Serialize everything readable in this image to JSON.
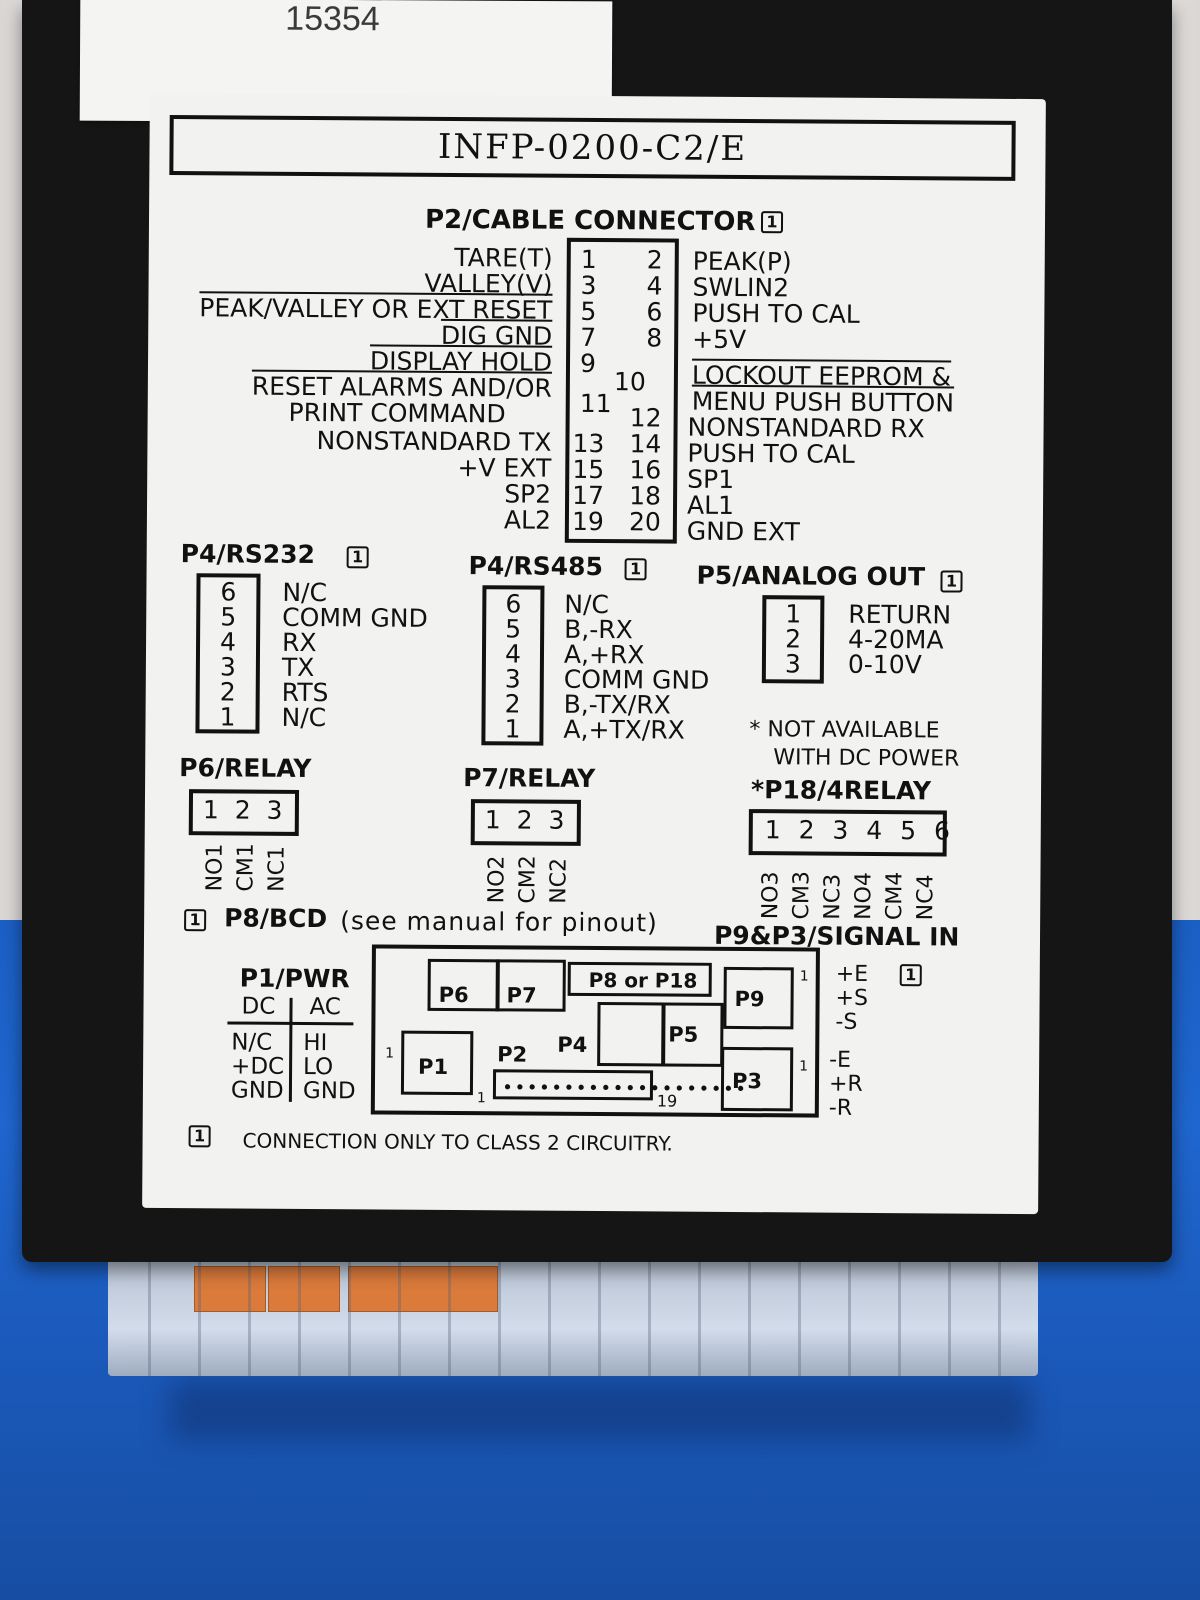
{
  "sticker": {
    "text": "15354"
  },
  "label": {
    "model": "INFP-0200-C2/E",
    "note_symbol": "1",
    "p2": {
      "title": "P2/CABLE CONNECTOR",
      "left": [
        {
          "label": "TARE(T)",
          "pin": "1"
        },
        {
          "label": "VALLEY(V)",
          "pin": "3"
        },
        {
          "label": "PEAK/VALLEY OR EXT RESET",
          "pin": "5"
        },
        {
          "label": "DIG GND",
          "pin": "7"
        },
        {
          "label": "DISPLAY HOLD",
          "pin": "9"
        },
        {
          "label": "RESET ALARMS AND/OR",
          "pin": ""
        },
        {
          "label": "PRINT COMMAND",
          "pin": "11"
        },
        {
          "label": "NONSTANDARD TX",
          "pin": "13"
        },
        {
          "label": "+V EXT",
          "pin": "15"
        },
        {
          "label": "SP2",
          "pin": "17"
        },
        {
          "label": "AL2",
          "pin": "19"
        }
      ],
      "right": [
        {
          "pin": "2",
          "label": "PEAK(P)"
        },
        {
          "pin": "4",
          "label": "SWLIN2"
        },
        {
          "pin": "6",
          "label": "PUSH TO CAL"
        },
        {
          "pin": "8",
          "label": "+5V"
        },
        {
          "pin": "10",
          "label": "LOCKOUT EEPROM &"
        },
        {
          "pin": "",
          "label": "MENU PUSH BUTTON"
        },
        {
          "pin": "12",
          "label": "NONSTANDARD RX"
        },
        {
          "pin": "14",
          "label": "PUSH TO CAL"
        },
        {
          "pin": "16",
          "label": "SP1"
        },
        {
          "pin": "18",
          "label": "AL1"
        },
        {
          "pin": "20",
          "label": "GND EXT"
        }
      ]
    },
    "p4_rs232": {
      "title": "P4/RS232",
      "pins": [
        "6",
        "5",
        "4",
        "3",
        "2",
        "1"
      ],
      "labels": [
        "N/C",
        "COMM GND",
        "RX",
        "TX",
        "RTS",
        "N/C"
      ]
    },
    "p4_rs485": {
      "title": "P4/RS485",
      "pins": [
        "6",
        "5",
        "4",
        "3",
        "2",
        "1"
      ],
      "labels": [
        "N/C",
        "B,-RX",
        "A,+RX",
        "COMM GND",
        "B,-TX/RX",
        "A,+TX/RX"
      ]
    },
    "p5": {
      "title": "P5/ANALOG OUT",
      "pins": [
        "1",
        "2",
        "3"
      ],
      "labels": [
        "RETURN",
        "4-20MA",
        "0-10V"
      ]
    },
    "dc_note": {
      "line1": "* NOT AVAILABLE",
      "line2": "WITH DC POWER"
    },
    "p6": {
      "title": "P6/RELAY",
      "pins": "1 2 3",
      "terms": [
        "NO1",
        "CM1",
        "NC1"
      ]
    },
    "p7": {
      "title": "P7/RELAY",
      "pins": "1 2 3",
      "terms": [
        "NO2",
        "CM2",
        "NC2"
      ]
    },
    "p18": {
      "title": "*P18/4RELAY",
      "pins": "1 2 3 4 5 6",
      "terms": [
        "NO3",
        "CM3",
        "NC3",
        "NO4",
        "CM4",
        "NC4"
      ]
    },
    "p8": {
      "title": "P8/BCD",
      "note": "(see manual for pinout)"
    },
    "p9p3": {
      "title": "P9&P3/SIGNAL IN",
      "p9_pins": [
        "+E",
        "+S",
        "-S"
      ],
      "p3_pins": [
        "-E",
        "+R",
        "-R"
      ]
    },
    "p1": {
      "title": "P1/PWR",
      "dc": "DC",
      "ac": "AC",
      "dc_pins": [
        "N/C",
        "+DC",
        "GND"
      ],
      "ac_pins": [
        "HI",
        "LO",
        "GND"
      ]
    },
    "board": {
      "p6": "P6",
      "p7": "P7",
      "p8_p18": "P8 or P18",
      "p9": "P9",
      "p4": "P4",
      "p5": "P5",
      "p1": "P1",
      "p2": "P2",
      "p3": "P3",
      "one": "1",
      "nineteen": "19"
    },
    "footer": "CONNECTION ONLY TO CLASS 2 CIRCUITRY."
  }
}
